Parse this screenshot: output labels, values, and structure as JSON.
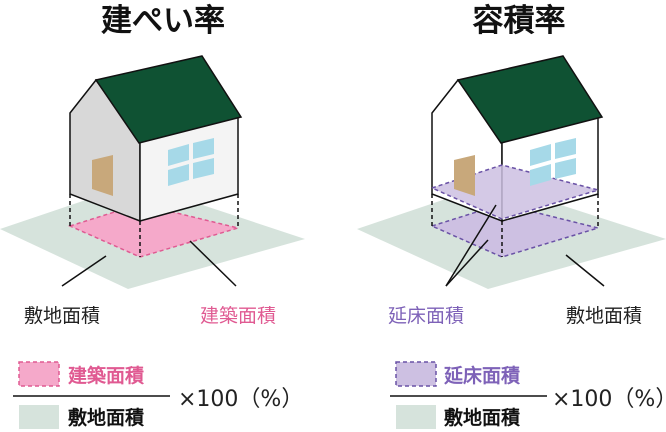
{
  "left": {
    "title": "建ぺい率",
    "label_site": "敷地面積",
    "label_building": "建築面積",
    "formula": {
      "numerator": "建築面積",
      "denominator": "敷地面積",
      "multiplier": "×100（%）"
    }
  },
  "right": {
    "title": "容積率",
    "label_floor": "延床面積",
    "label_site": "敷地面積",
    "formula": {
      "numerator": "延床面積",
      "denominator": "敷地面積",
      "multiplier": "×100（%）"
    }
  },
  "colors": {
    "site": "#d6e3dc",
    "building_area": "#f5a9ca",
    "building_area_text": "#e05a92",
    "floor_area": "#cdc0e2",
    "floor_area_text": "#7e62b8",
    "roof": "#0f5233",
    "wall_gray": "#d8d8d8",
    "door": "#c8a87b",
    "window": "#a6d9e8"
  }
}
